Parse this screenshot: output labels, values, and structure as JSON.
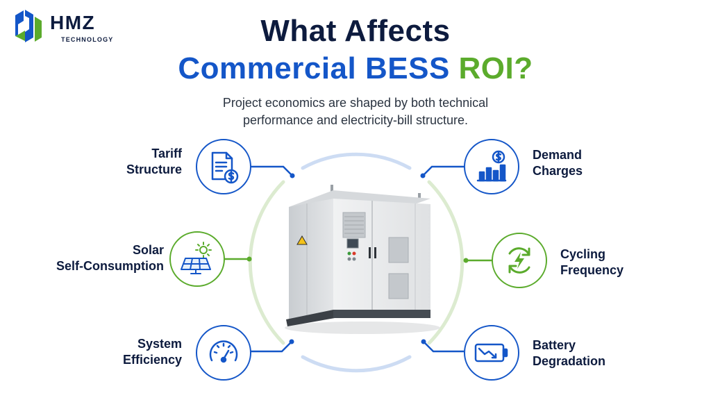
{
  "logo": {
    "name": "HMZ",
    "tagline": "TECHNOLOGY"
  },
  "title": {
    "line1": "What Affects",
    "line2_main": "Commercial BESS ",
    "line2_accent": "ROI?"
  },
  "subtitle": {
    "line1": "Project economics are shaped by both technical",
    "line2": "performance and electricity-bill structure."
  },
  "factors": {
    "tariff": {
      "line1": "Tariff",
      "line2": "Structure",
      "icon": "tariff-document-dollar-icon"
    },
    "solar": {
      "line1": "Solar",
      "line2": "Self-Consumption",
      "icon": "solar-panel-sun-icon"
    },
    "efficiency": {
      "line1": "System",
      "line2": "Efficiency",
      "icon": "gauge-icon"
    },
    "demand": {
      "line1": "Demand",
      "line2": "Charges",
      "icon": "bar-chart-dollar-icon"
    },
    "cycling": {
      "line1": "Cycling",
      "line2": "Frequency",
      "icon": "cycle-lightning-icon"
    },
    "degradation": {
      "line1": "Battery",
      "line2": "Degradation",
      "icon": "battery-decline-icon"
    }
  },
  "colors": {
    "navy": "#0d1b3e",
    "blue": "#1456c8",
    "green": "#5bab2c",
    "ring_blue": "#cddcf3",
    "ring_green": "#dcebd0"
  }
}
